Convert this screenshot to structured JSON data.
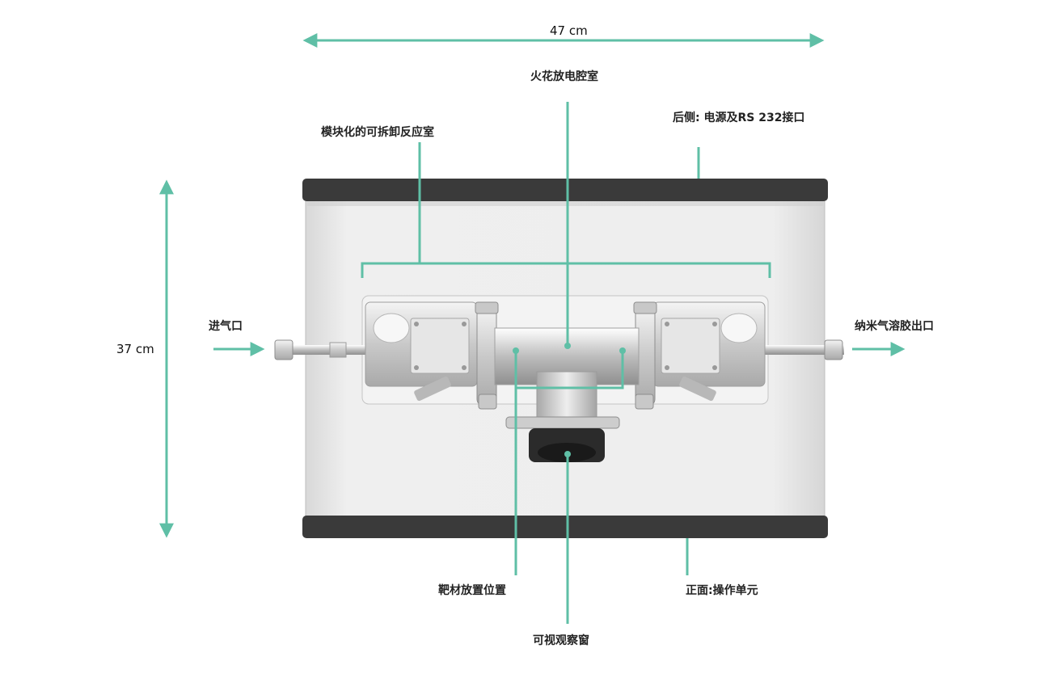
{
  "dimensions": {
    "width": "47 cm",
    "height": "37 cm"
  },
  "labels": {
    "spark_chamber": "火花放电腔室",
    "modular_reactor": "模块化的可拆卸反应室",
    "rear_power": "后侧: 电源及RS 232接口",
    "gas_inlet": "进气口",
    "aerosol_outlet": "纳米气溶胶出口",
    "target_position": "靶材放置位置",
    "front_panel": "正面:操作单元",
    "viewing_window": "可视观察窗"
  },
  "colors": {
    "annotation": "#5fbfa6",
    "housing": "#e9e9e9",
    "housing_band": "#3a3a3a",
    "steel": "#cfcfcf"
  }
}
